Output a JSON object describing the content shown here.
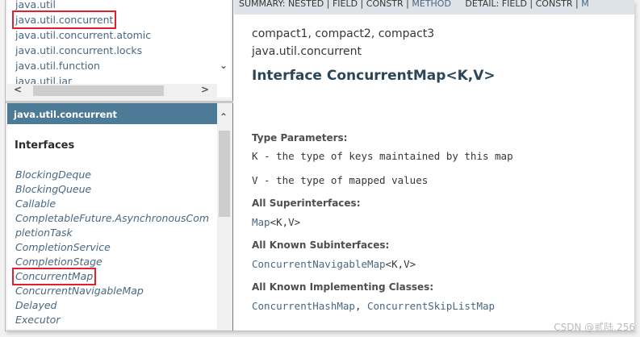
{
  "packages": [
    "java.util",
    "java.util.concurrent",
    "java.util.concurrent.atomic",
    "java.util.concurrent.locks",
    "java.util.function",
    "java.util.jar"
  ],
  "package_selected_index": 1,
  "class_frame": {
    "package_title": "java.util.concurrent",
    "section": "Interfaces",
    "interfaces": [
      "BlockingDeque",
      "BlockingQueue",
      "Callable",
      "CompletableFuture.AsynchronousCompletionTask",
      "CompletionService",
      "CompletionStage",
      "ConcurrentMap",
      "ConcurrentNavigableMap",
      "Delayed",
      "Executor"
    ],
    "highlighted": "ConcurrentMap"
  },
  "nav": {
    "summary": "SUMMARY: NESTED | FIELD | CONSTR | ",
    "method": "METHOD",
    "detail": "DETAIL: FIELD | CONSTR | ",
    "m": "M"
  },
  "doc": {
    "profiles": "compact1, compact2, compact3",
    "package": "java.util.concurrent",
    "title": "Interface ConcurrentMap<K,V>",
    "type_params_label": "Type Parameters",
    "type_params": [
      "K - the type of keys maintained by this map",
      "V - the type of mapped values"
    ],
    "super_label": "All Superinterfaces",
    "super_link": "Map",
    "super_suffix": "<K,V>",
    "sub_label": "All Known Subinterfaces",
    "sub_link": "ConcurrentNavigableMap",
    "sub_suffix": "<K,V>",
    "impl_label": "All Known Implementing Classes",
    "impl1": "ConcurrentHashMap",
    "impl_sep": ", ",
    "impl2": "ConcurrentSkipListMap",
    "colon": ":"
  },
  "watermark": "CSDN @贰陆.256",
  "colors": {
    "header_bar": "#4d7a97",
    "link": "#4a6782",
    "highlight_box": "#e0202a",
    "nav_bg": "#dee3e9"
  }
}
